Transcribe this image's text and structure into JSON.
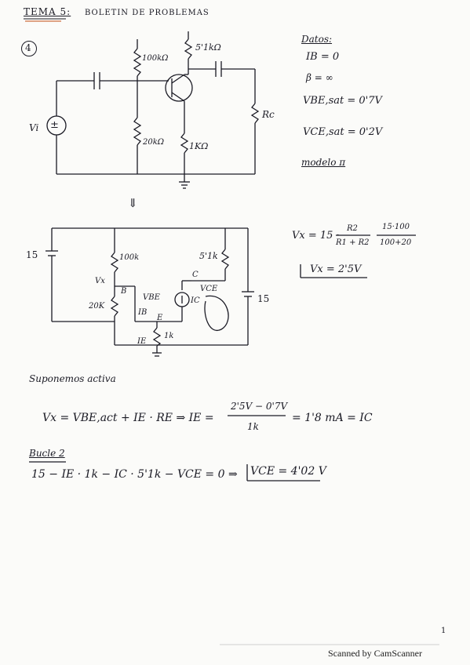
{
  "header": {
    "title": "TEMA 5:",
    "subtitle": "BOLETIN DE PROBLEMAS"
  },
  "problem_number": "4",
  "circuit1": {
    "r_100k": "100kΩ",
    "r_51k": "5'1kΩ",
    "r_20k": "20kΩ",
    "r_1k": "1KΩ",
    "r_c": "Rc",
    "source": "Vi"
  },
  "datos": {
    "title": "Datos:",
    "ib": "IB = 0",
    "beta": "β = ∞",
    "vbe": "VBE,sat = 0'7V",
    "vce": "VCE,sat = 0'2V",
    "modelo": "modelo π"
  },
  "arrow": "⇓",
  "circuit2": {
    "source": "15",
    "r_100k": "100k",
    "r_51k": "5'1k",
    "r_20k": "20K",
    "r_1k": "1k",
    "vx": "Vx",
    "b": "B",
    "c": "C",
    "e": "E",
    "vbe": "VBE",
    "ib": "IB",
    "ic": "IC",
    "ie": "IE",
    "vce": "VCE",
    "rhs_source": "15"
  },
  "thevenin": {
    "lhs": "Vx = 15 ·",
    "num1": "R2",
    "den1": "R1 + R2",
    "num2": "15·100",
    "den2": "100+20",
    "result": "Vx = 2'5V"
  },
  "work": {
    "assume": "Suponemos activa",
    "eq1_lhs": "Vx = VBE,act + IE · RE  ⇒  IE =",
    "eq1_num": "2'5V − 0'7V",
    "eq1_den": "1k",
    "eq1_rhs": "= 1'8 mA = IC",
    "bucle": "Bucle 2",
    "eq2": "15 − IE · 1k − IC · 5'1k − VCE = 0  ⇒",
    "eq2_result": "VCE = 4'02 V"
  },
  "page_number": "1",
  "footer": "Scanned by CamScanner"
}
